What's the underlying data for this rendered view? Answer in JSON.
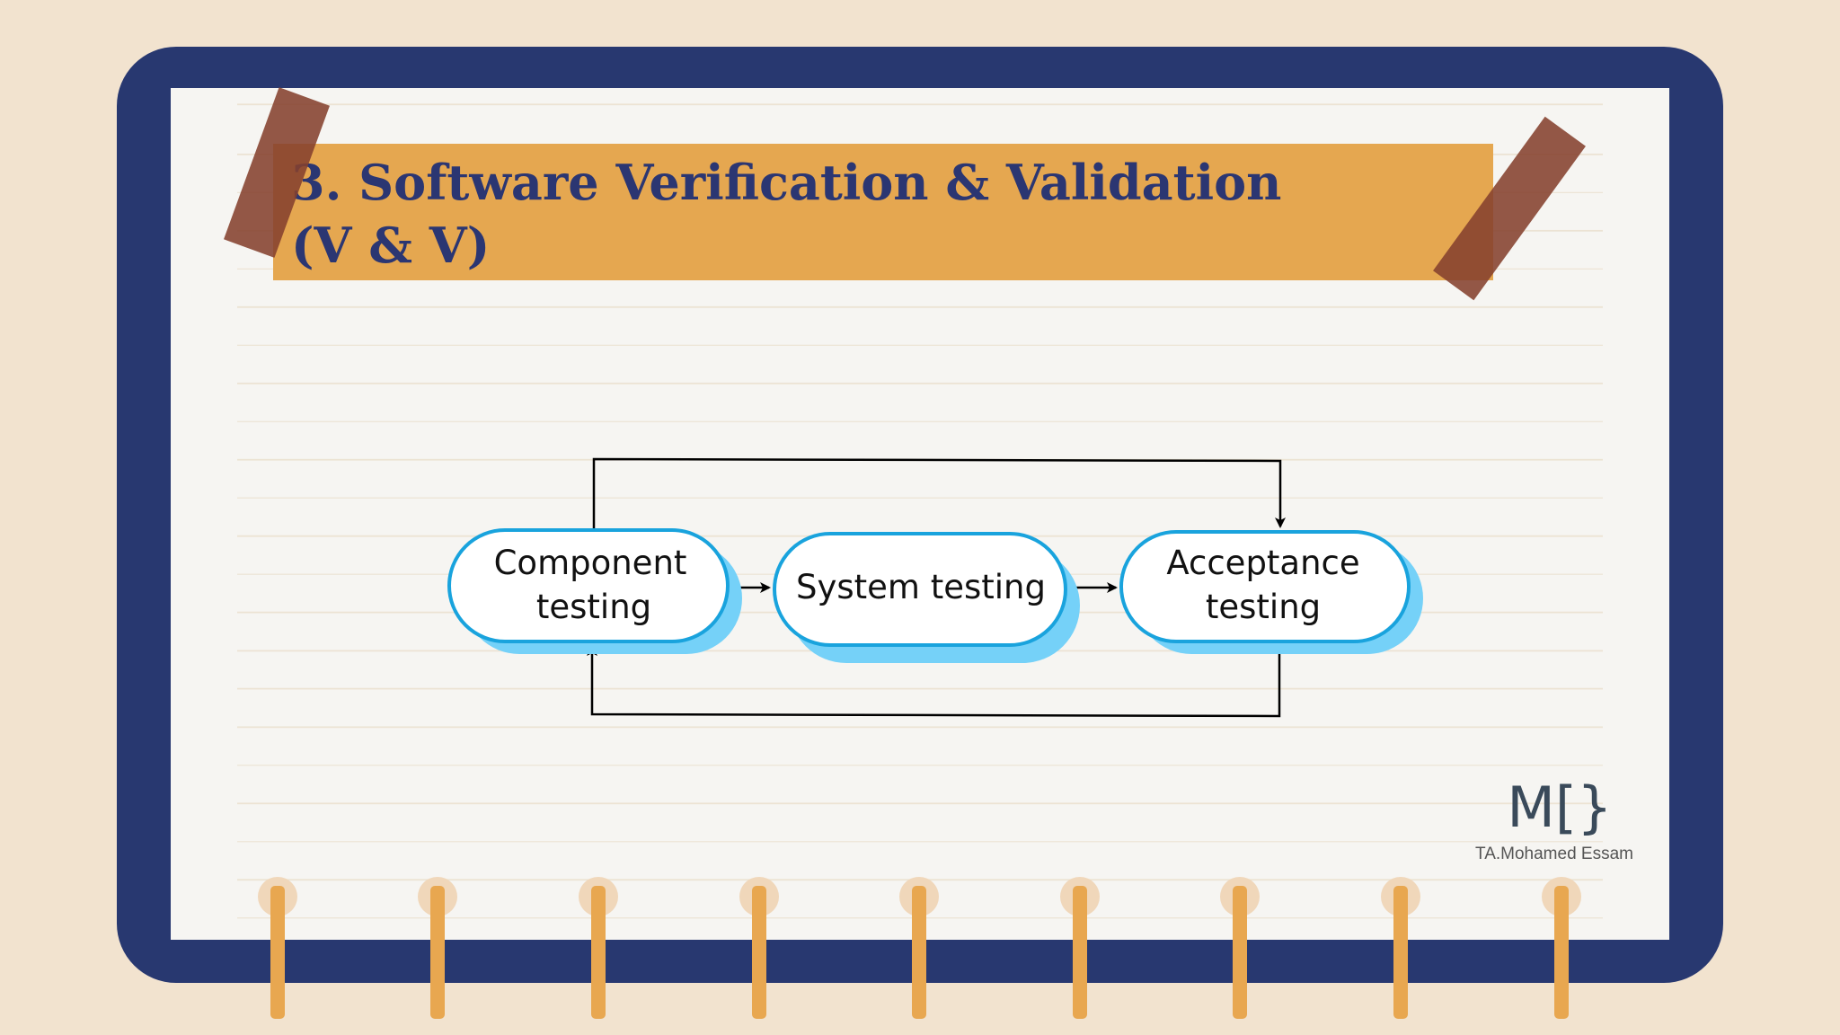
{
  "slide": {
    "title_line1": "3. Software Verification & Validation",
    "title_line2": "(V & V)"
  },
  "diagram": {
    "nodes": [
      {
        "id": "component",
        "line1": "Component",
        "line2": "testing"
      },
      {
        "id": "system",
        "line1": "System testing",
        "line2": ""
      },
      {
        "id": "acceptance",
        "line1": "Acceptance",
        "line2": "testing"
      }
    ],
    "edges": [
      {
        "from": "component",
        "to": "system"
      },
      {
        "from": "system",
        "to": "acceptance"
      },
      {
        "from": "component",
        "to": "acceptance",
        "route": "over-top"
      },
      {
        "from": "acceptance",
        "to": "component",
        "route": "under-bottom"
      }
    ],
    "colors": {
      "node_border": "#19a3dd",
      "node_shadow": "#75d1f8",
      "node_fill": "#ffffff",
      "arrow": "#000000"
    }
  },
  "branding": {
    "logo_text": "M[}",
    "caption": "TA.Mohamed Essam"
  },
  "colors": {
    "background": "#f2e3cf",
    "frame": "#283870",
    "paper": "#f6f5f2",
    "banner": "#e5a750",
    "title": "#2b3672",
    "tape": "#85412d",
    "binder_peg": "#e8a750"
  },
  "icons": {
    "tape": "masking-tape",
    "binder": "spiral-binder-ring"
  }
}
